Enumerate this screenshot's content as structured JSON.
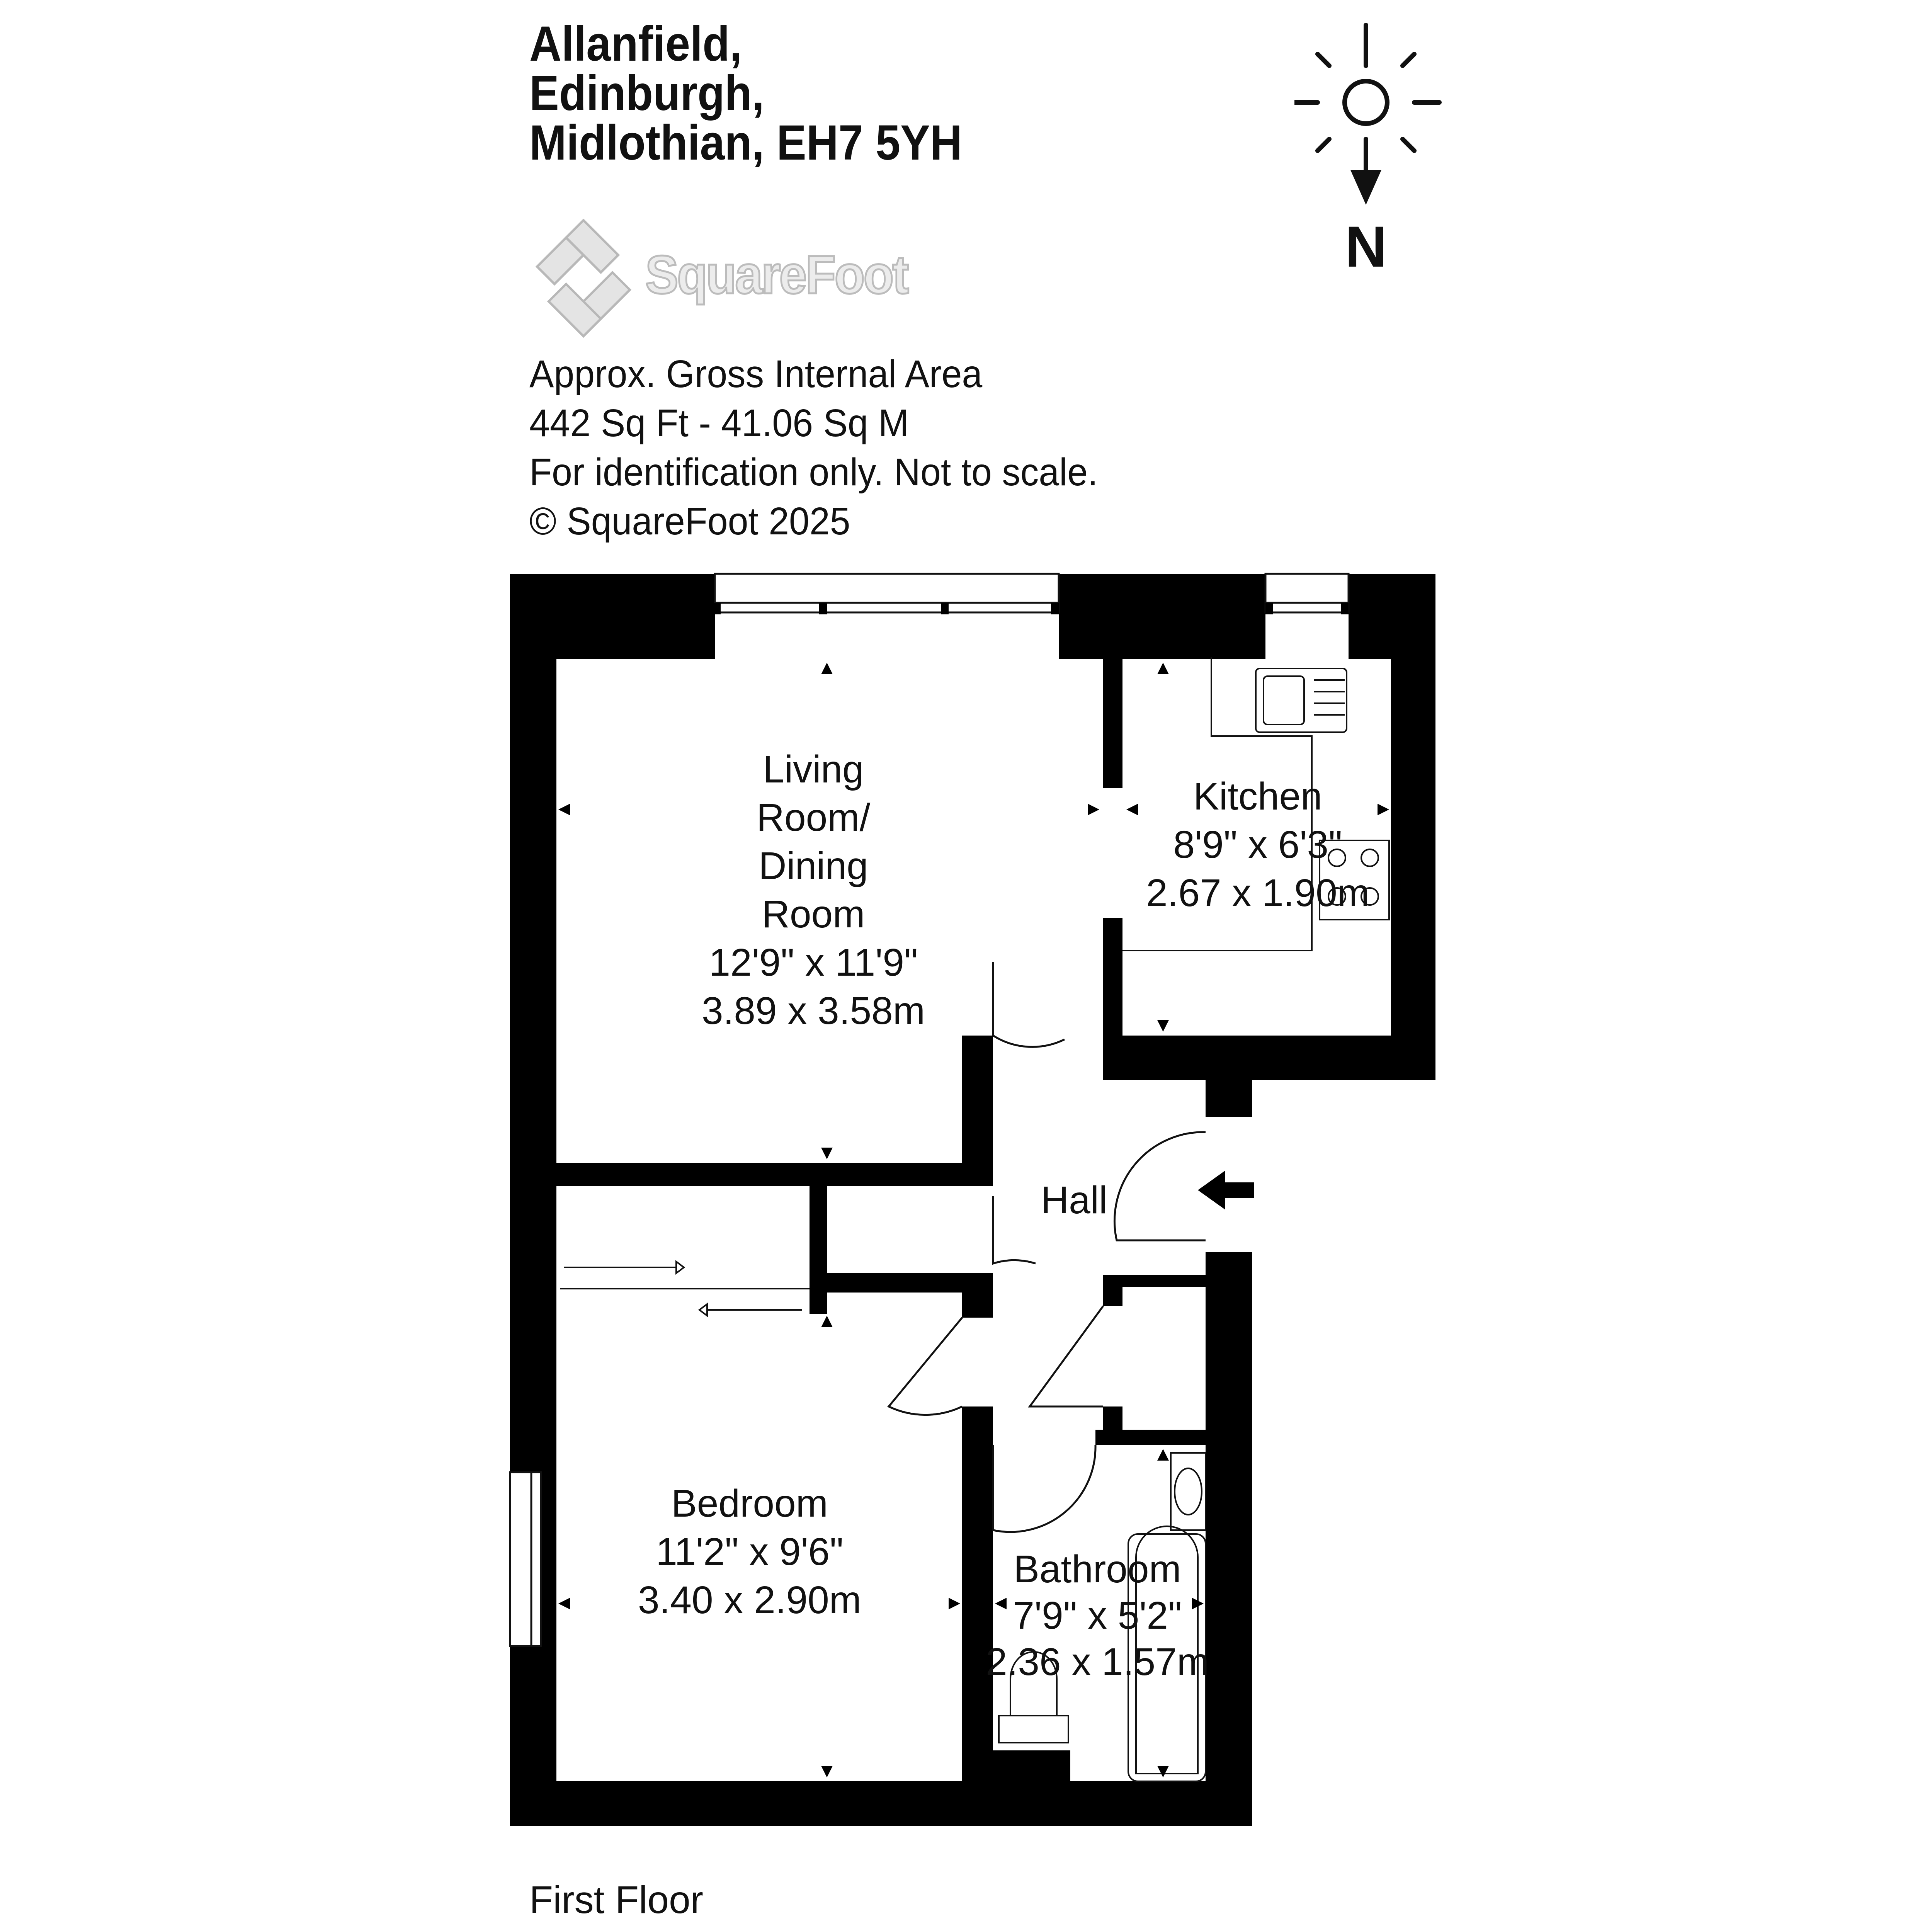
{
  "header": {
    "address_line1": "Allanfield,",
    "address_line2": "Edinburgh,",
    "address_line3": "Midlothian, EH7 5YH"
  },
  "logo": {
    "text": "SquareFoot"
  },
  "info": {
    "line1": "Approx. Gross Internal Area",
    "line2": "442 Sq Ft  -  41.06 Sq M",
    "line3": "For identification only. Not to scale.",
    "line4": "© SquareFoot 2025"
  },
  "compass": {
    "label": "N"
  },
  "rooms": {
    "living": {
      "name1": "Living",
      "name2": "Room/",
      "name3": "Dining",
      "name4": "Room",
      "imperial": "12'9\" x 11'9\"",
      "metric": "3.89 x 3.58m"
    },
    "kitchen": {
      "name": "Kitchen",
      "imperial": "8'9\" x 6'3\"",
      "metric": "2.67 x 1.90m"
    },
    "hall": {
      "name": "Hall"
    },
    "bedroom": {
      "name": "Bedroom",
      "imperial": "11'2\" x 9'6\"",
      "metric": "3.40 x 2.90m"
    },
    "bathroom": {
      "name": "Bathroom",
      "imperial": "7'9\" x 5'2\"",
      "metric": "2.36 x 1.57m"
    }
  },
  "floor": {
    "label": "First Floor"
  }
}
